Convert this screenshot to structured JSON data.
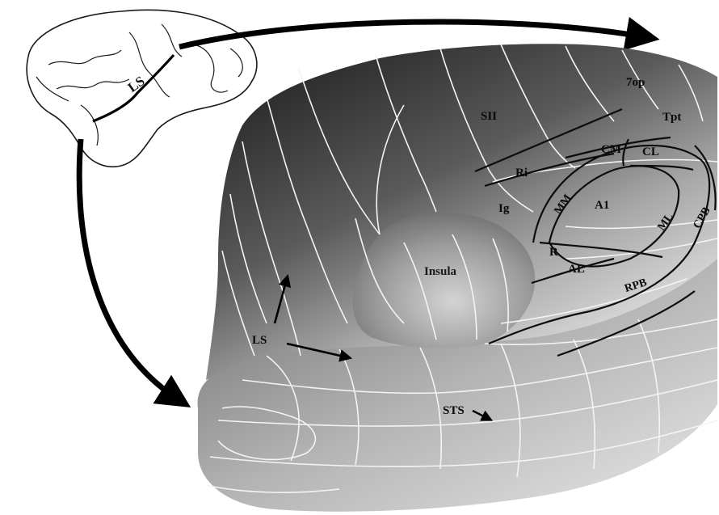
{
  "diagram": {
    "labels": {
      "ls_brain": "LS",
      "op7": "7op",
      "sii": "SII",
      "tpt": "Tpt",
      "cm": "CM",
      "cl": "CL",
      "ri": "Ri",
      "mm": "MM",
      "a1": "A1",
      "ig": "Ig",
      "ml": "ML",
      "cpb": "CPB",
      "insula": "Insula",
      "r": "R",
      "al": "AL",
      "rpb": "RPB",
      "ls_main": "LS",
      "sts": "STS"
    },
    "colors": {
      "background": "#ffffff",
      "surface_dark": "#3a3a3a",
      "surface_light": "#e6e6e6",
      "sulcus_lines": "#f4f4f4",
      "area_borders": "#0d0d0d",
      "arrows": "#000000"
    }
  }
}
